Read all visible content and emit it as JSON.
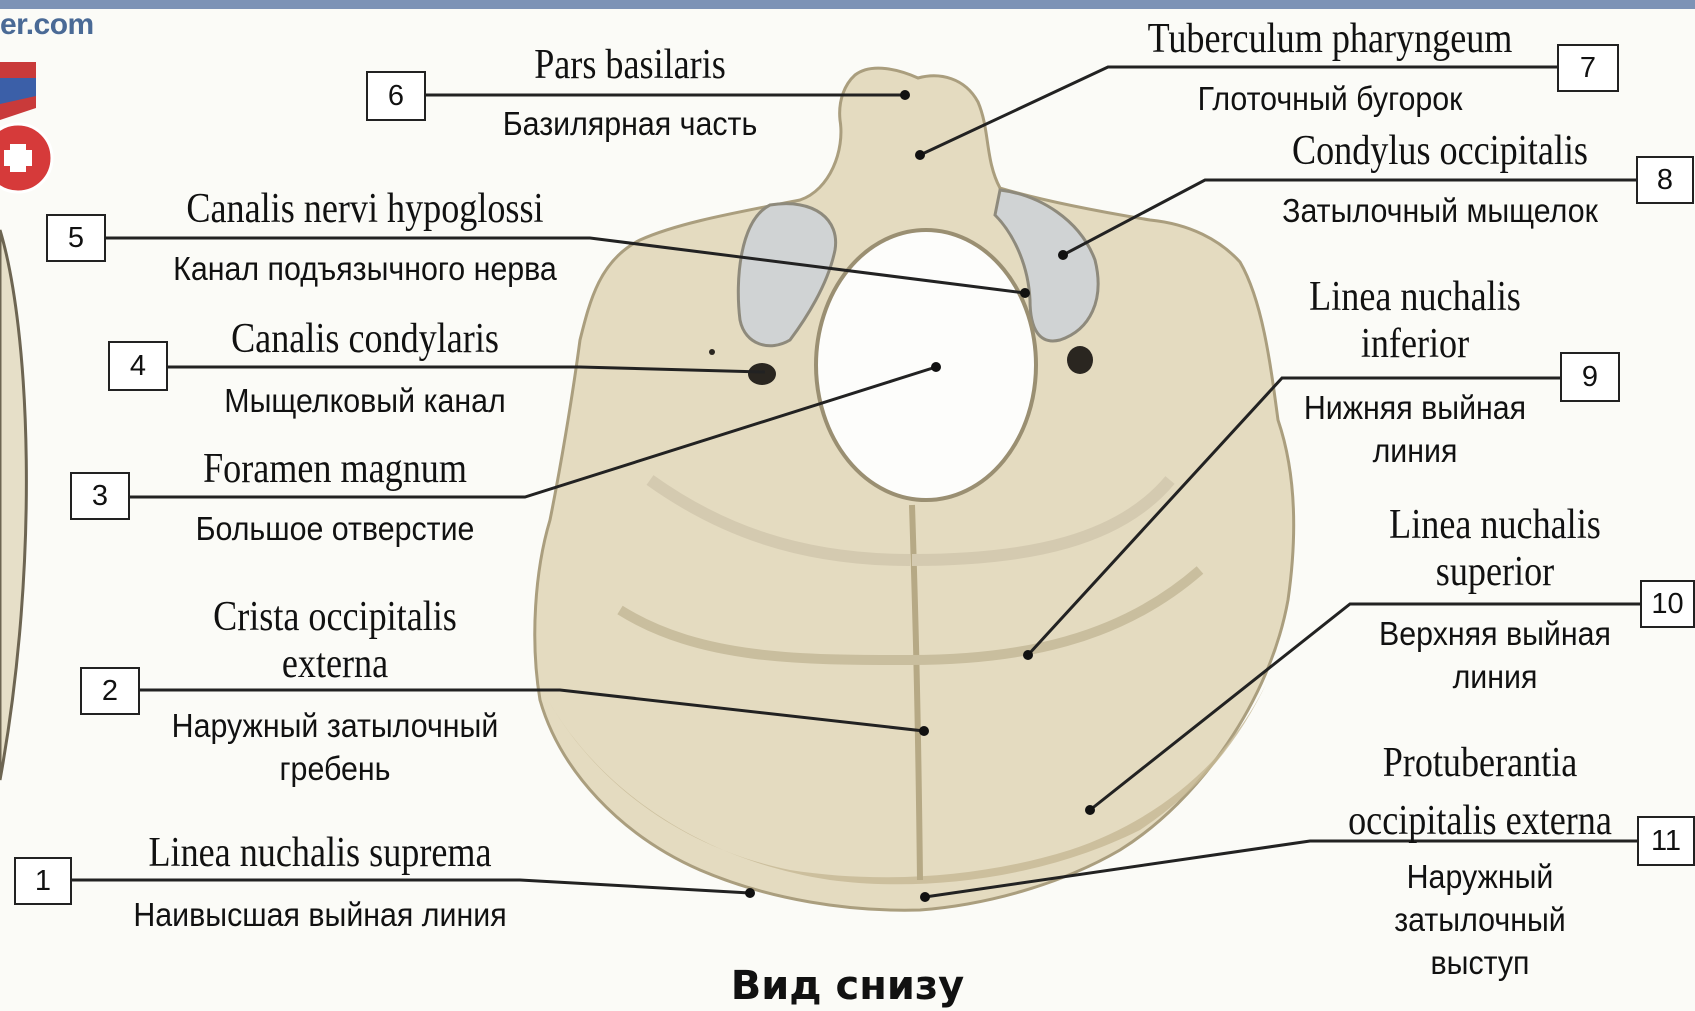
{
  "site": "er.com",
  "caption": "Вид снизу",
  "colors": {
    "bone": "#e4dbc0",
    "bone_shadow": "#bfb393",
    "condyle": "#d0d3d4",
    "line": "#222222"
  },
  "labels": [
    {
      "num": "1",
      "lat": "Linea nuchalis suprema",
      "ru": "Наивысшая выйная линия"
    },
    {
      "num": "2",
      "lat": "Crista occipitalis externa",
      "ru": "Наружный затылочный гребень"
    },
    {
      "num": "3",
      "lat": "Foramen magnum",
      "ru": "Большое отверстие"
    },
    {
      "num": "4",
      "lat": "Canalis condylaris",
      "ru": "Мыщелковый канал"
    },
    {
      "num": "5",
      "lat": "Canalis nervi hypoglossi",
      "ru": "Канал подъязычного нерва"
    },
    {
      "num": "6",
      "lat": "Pars basilaris",
      "ru": "Базилярная часть"
    },
    {
      "num": "7",
      "lat": "Tuberculum pharyngeum",
      "ru": "Глоточный бугорок"
    },
    {
      "num": "8",
      "lat": "Condylus occipitalis",
      "ru": "Затылочный мыщелок"
    },
    {
      "num": "9",
      "lat": "Linea nuchalis inferior",
      "ru": "Нижняя выйная линия"
    },
    {
      "num": "10",
      "lat": "Linea nuchalis superior",
      "ru": "Верхняя выйная линия"
    },
    {
      "num": "11",
      "lat": "Protuberantia occipitalis externa",
      "ru": "Наружный затылочный выступ"
    }
  ]
}
